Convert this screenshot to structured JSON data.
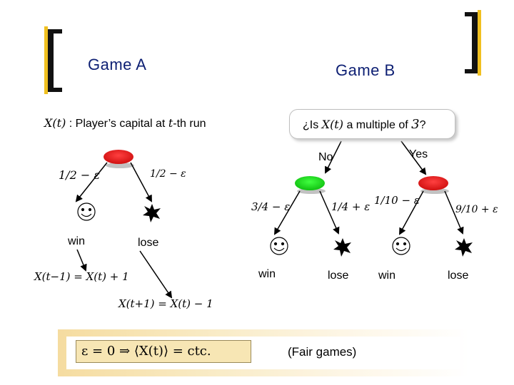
{
  "titles": {
    "game_a": "Game A",
    "game_b": "Game B"
  },
  "capital": {
    "symbol": "X(t)",
    "text": ": Player’s capital at",
    "t_symbol": "t",
    "suffix": "-th run"
  },
  "question": {
    "prefix": "¿Is",
    "symbol": "X(t)",
    "middle": "a multiple of",
    "number": "3",
    "suffix": "?"
  },
  "branches": {
    "no": "No",
    "yes": "Yes"
  },
  "game_a": {
    "left_prob": "1/2 − ε",
    "right_prob": "1/2 − ε",
    "win": "win",
    "lose": "lose",
    "win_formula": "X(t−1) = X(t) + 1",
    "lose_formula": "X(t+1) = X(t) − 1"
  },
  "game_b": {
    "probs": [
      "3/4 − ε",
      "1/4 + ε",
      "1/10 − ε",
      "9/10 + ε"
    ],
    "outcomes": [
      "win",
      "lose",
      "win",
      "lose"
    ]
  },
  "fair": {
    "formula": "ε = 0 ⇒ ⟨X(t)⟩ = ctc.",
    "label": "(Fair games)"
  },
  "colors": {
    "title": "#0d1f73",
    "coin_red": "#e02020",
    "coin_green": "#20cc20",
    "bracket": "#f0c020",
    "fair_bg": "#f5dca0"
  },
  "icons": [
    "smiley-icon",
    "star-icon",
    "coin-icon",
    "bracket-icon"
  ]
}
